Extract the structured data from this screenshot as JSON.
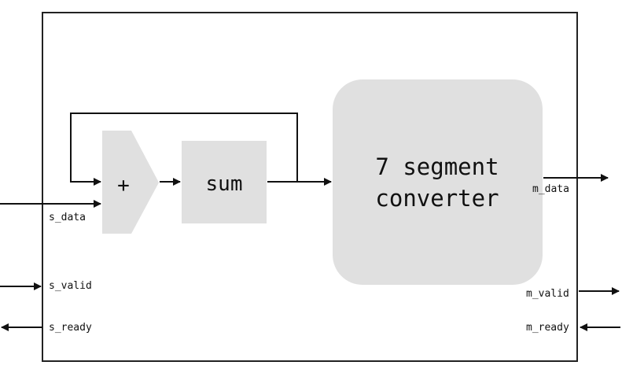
{
  "blocks": {
    "adder": {
      "label": "+"
    },
    "sum": {
      "label": "sum"
    },
    "converter": {
      "line1": "7 segment",
      "line2": "converter"
    }
  },
  "signals": {
    "s_data": "s_data",
    "s_valid": "s_valid",
    "s_ready": "s_ready",
    "m_data": "m_data",
    "m_valid": "m_valid",
    "m_ready": "m_ready"
  },
  "colors": {
    "block_fill": "#e0e0e0",
    "line": "#111111",
    "border": "#222222"
  }
}
